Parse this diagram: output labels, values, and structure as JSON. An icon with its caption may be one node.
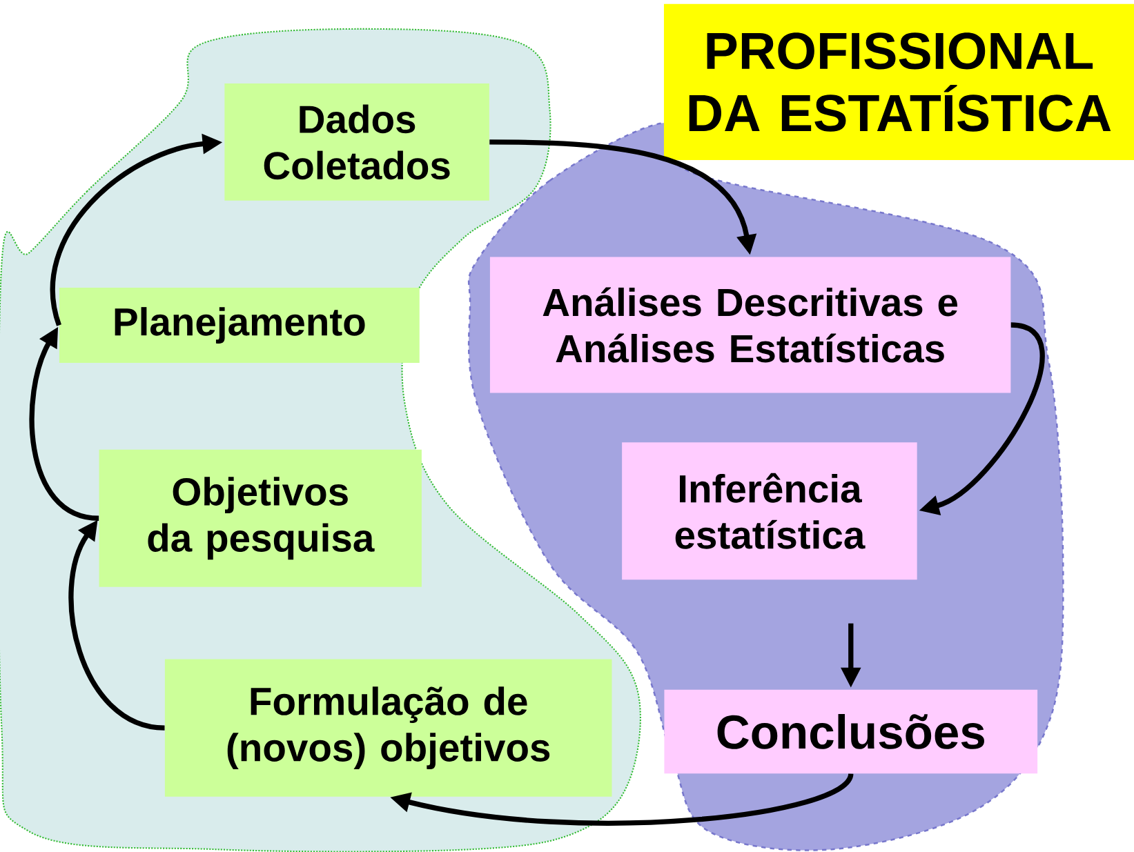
{
  "diagram": {
    "nodes": [
      {
        "text": [
          "PROFISSIONAL DA ESTATÍSTICA"
        ]
      },
      {
        "text": [
          "Dados Coletados"
        ]
      },
      {
        "text": [
          "Planejamento"
        ]
      },
      {
        "text": [
          "Objetivos da pesquisa"
        ]
      },
      {
        "text": [
          "Formulação de (novos) objetivos"
        ]
      },
      {
        "text": [
          "Análises Descritivas e Análises Estatísticas"
        ]
      },
      {
        "text": [
          "Inferência estatística"
        ]
      },
      {
        "text": [
          "Conclusões"
        ]
      }
    ],
    "edges": [
      {
        "from": 4,
        "to": 3,
        "arrow": "to"
      },
      {
        "from": 3,
        "to": 2,
        "arrow": "to"
      },
      {
        "from": 2,
        "to": 1,
        "arrow": "to"
      },
      {
        "from": 1,
        "to": 5,
        "arrow": "to"
      },
      {
        "from": 5,
        "to": 6,
        "arrow": "to"
      },
      {
        "from": 6,
        "to": 7,
        "arrow": "to"
      },
      {
        "from": 7,
        "to": 4,
        "arrow": "to"
      }
    ]
  }
}
